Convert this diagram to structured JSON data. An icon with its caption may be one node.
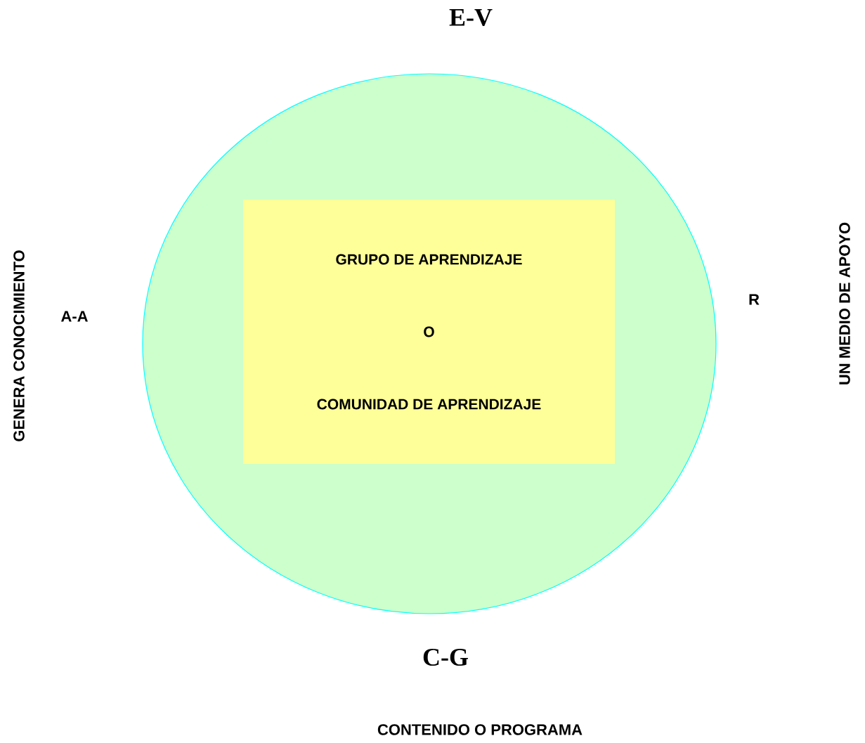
{
  "diagram": {
    "nodes": [
      {
        "text": [],
        "shape": "ellipse"
      },
      {
        "text": [
          "GRUPO DE APRENDIZAJE",
          "O",
          "COMUNIDAD DE APRENDIZAJE"
        ],
        "in": 0
      }
    ],
    "labels": [
      "E-V",
      "GENERA CONOCIMIENTO",
      "A-A",
      "R",
      "UN MEDIO DE APOYO",
      "C-G",
      "CONTENIDO O PROGRAMA"
    ]
  }
}
